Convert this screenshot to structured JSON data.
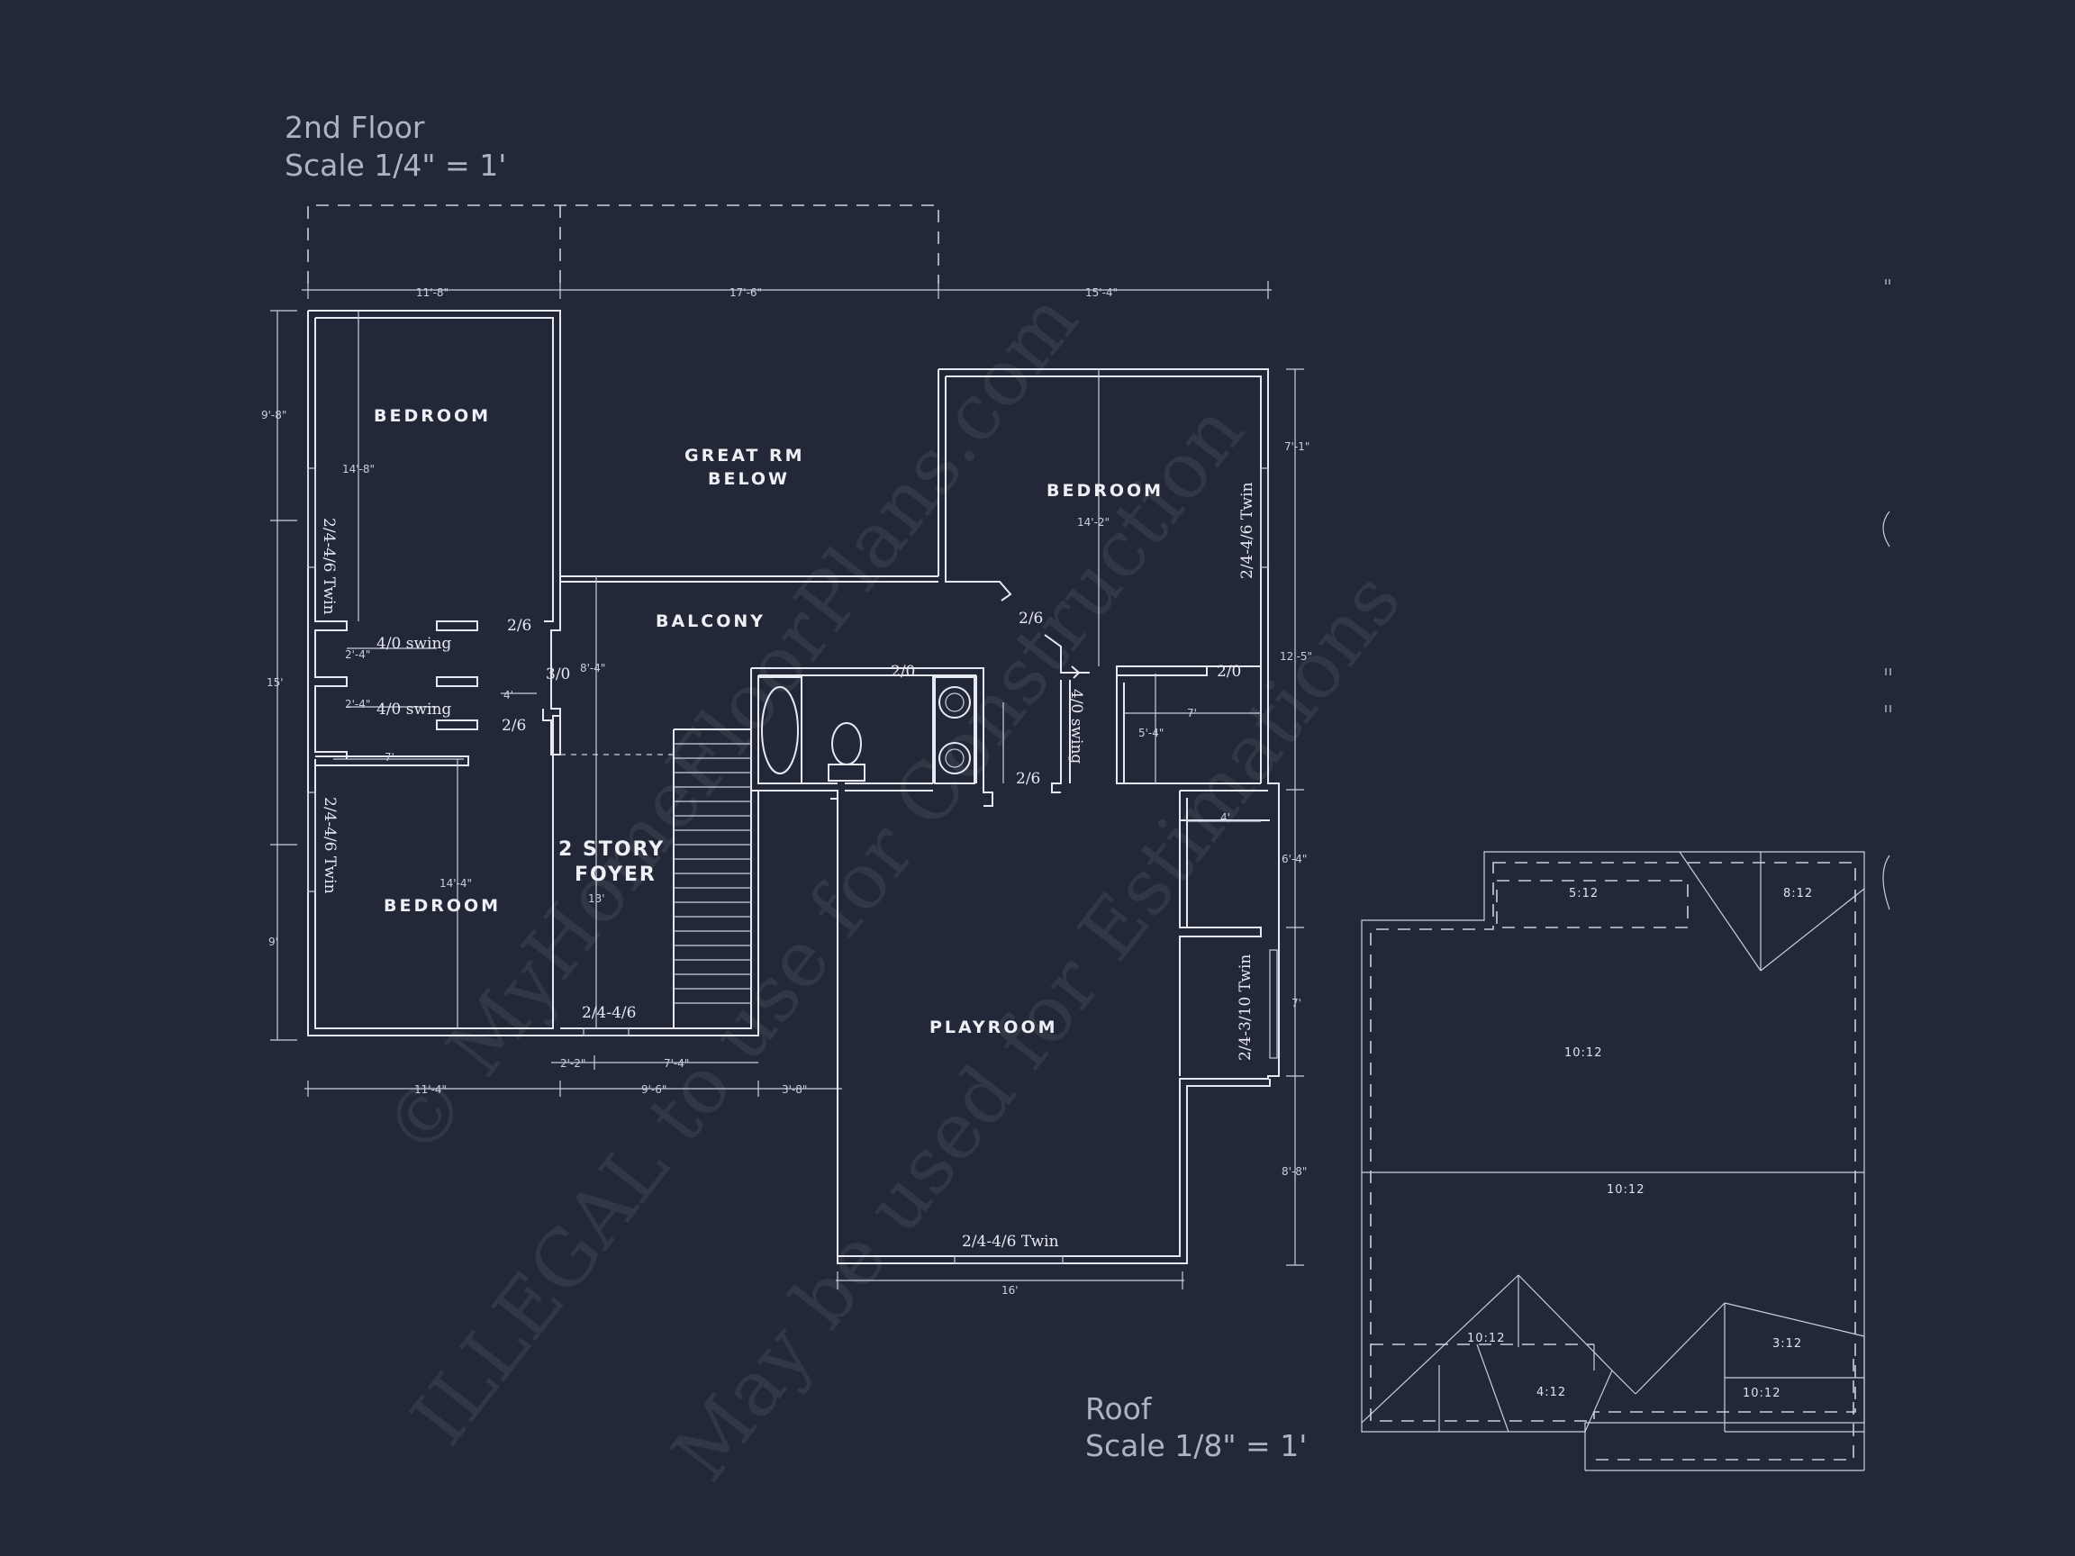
{
  "floor_title": "2nd Floor",
  "floor_scale": "Scale 1/4\" = 1'",
  "roof_title": "Roof",
  "roof_scale": "Scale 1/8\" = 1'",
  "rooms": {
    "bedroom_1": "BEDROOM",
    "great_rm_1": "GREAT RM",
    "great_rm_2": "BELOW",
    "bedroom_2": "BEDROOM",
    "balcony": "BALCONY",
    "bedroom_3": "BEDROOM",
    "foyer_1": "2 STORY",
    "foyer_2": "FOYER",
    "playroom": "PLAYROOM"
  },
  "openings": {
    "win_bed1": "2/4-4/6 Twin",
    "win_bed3": "2/4-4/6 Twin",
    "win_bed2": "2/4-4/6 Twin",
    "win_play_side": "2/4-3/10 Twin",
    "win_play_bottom": "2/4-4/6 Twin",
    "win_foyer": "2/4-4/6",
    "swing_1": "4/0 swing",
    "swing_2": "4/0 swing",
    "swing_3": "4/0 swing",
    "door_a": "2/6",
    "door_b": "3/0",
    "door_c": "2/6",
    "door_d": "2/0",
    "door_e": "2/6",
    "door_f": "2/0",
    "door_g": "2/6"
  },
  "dimensions": {
    "top_1": "11'-8\"",
    "top_2": "17'-6\"",
    "top_3": "15'-4\"",
    "left_1": "9'-8\"",
    "left_2": "15'",
    "left_3": "9'",
    "bot_1": "11'-4\"",
    "bot_2": "9'-6\"",
    "bot_3": "3'-8\"",
    "bot_4": "2'-2\"",
    "bot_5": "7'-4\"",
    "right_1": "7'-1\"",
    "right_2": "12'-5\"",
    "right_3": "6'-4\"",
    "right_4": "7'",
    "right_5": "8'-8\"",
    "play_w": "16'",
    "bed1_d": "14'-8\"",
    "bed3_d": "14'-4\"",
    "bed2_d": "14'-2\"",
    "bed3_w": "7'",
    "hall_1": "2'-4\"",
    "hall_2": "2'-4\"",
    "hall_3": "4'",
    "bal_d": "8'-4\"",
    "foyer_d": "13'",
    "closet_w": "7'",
    "closet_d": "5'-4\"",
    "nook_w": "4'"
  },
  "roof_pitches": {
    "p1": "5:12",
    "p2": "8:12",
    "p3": "10:12",
    "p4": "10:12",
    "p5": "10:12",
    "p6": "4:12",
    "p7": "3:12",
    "p8": "10:12"
  },
  "watermark": {
    "line_1": "© MyHomeFloorPlans.com",
    "line_2": "ILLEGAL to use for Construction",
    "line_3": "May be used for Estimations"
  }
}
